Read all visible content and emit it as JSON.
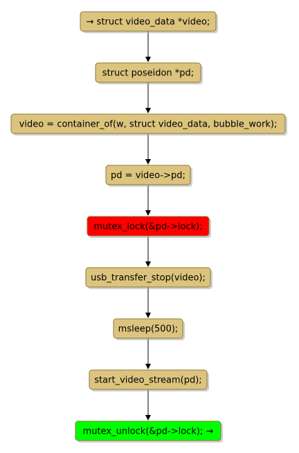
{
  "colors": {
    "default_fill": "#dcc47e",
    "error_fill": "#ff0000",
    "success_fill": "#00ff00",
    "border": "#8a7a3a",
    "edge": "#000000"
  },
  "nodes": [
    {
      "label": "→ struct video_data *video;",
      "fill": "#dcc47e"
    },
    {
      "label": "struct poseidon *pd;",
      "fill": "#dcc47e"
    },
    {
      "label": "video = container_of(w, struct video_data, bubble_work);",
      "fill": "#dcc47e"
    },
    {
      "label": "pd = video->pd;",
      "fill": "#dcc47e"
    },
    {
      "label": "mutex_lock(&pd->lock);",
      "fill": "#ff0000"
    },
    {
      "label": "usb_transfer_stop(video);",
      "fill": "#dcc47e"
    },
    {
      "label": "msleep(500);",
      "fill": "#dcc47e"
    },
    {
      "label": "start_video_stream(pd);",
      "fill": "#dcc47e"
    },
    {
      "label": "mutex_unlock(&pd->lock); →",
      "fill": "#00ff00"
    }
  ]
}
